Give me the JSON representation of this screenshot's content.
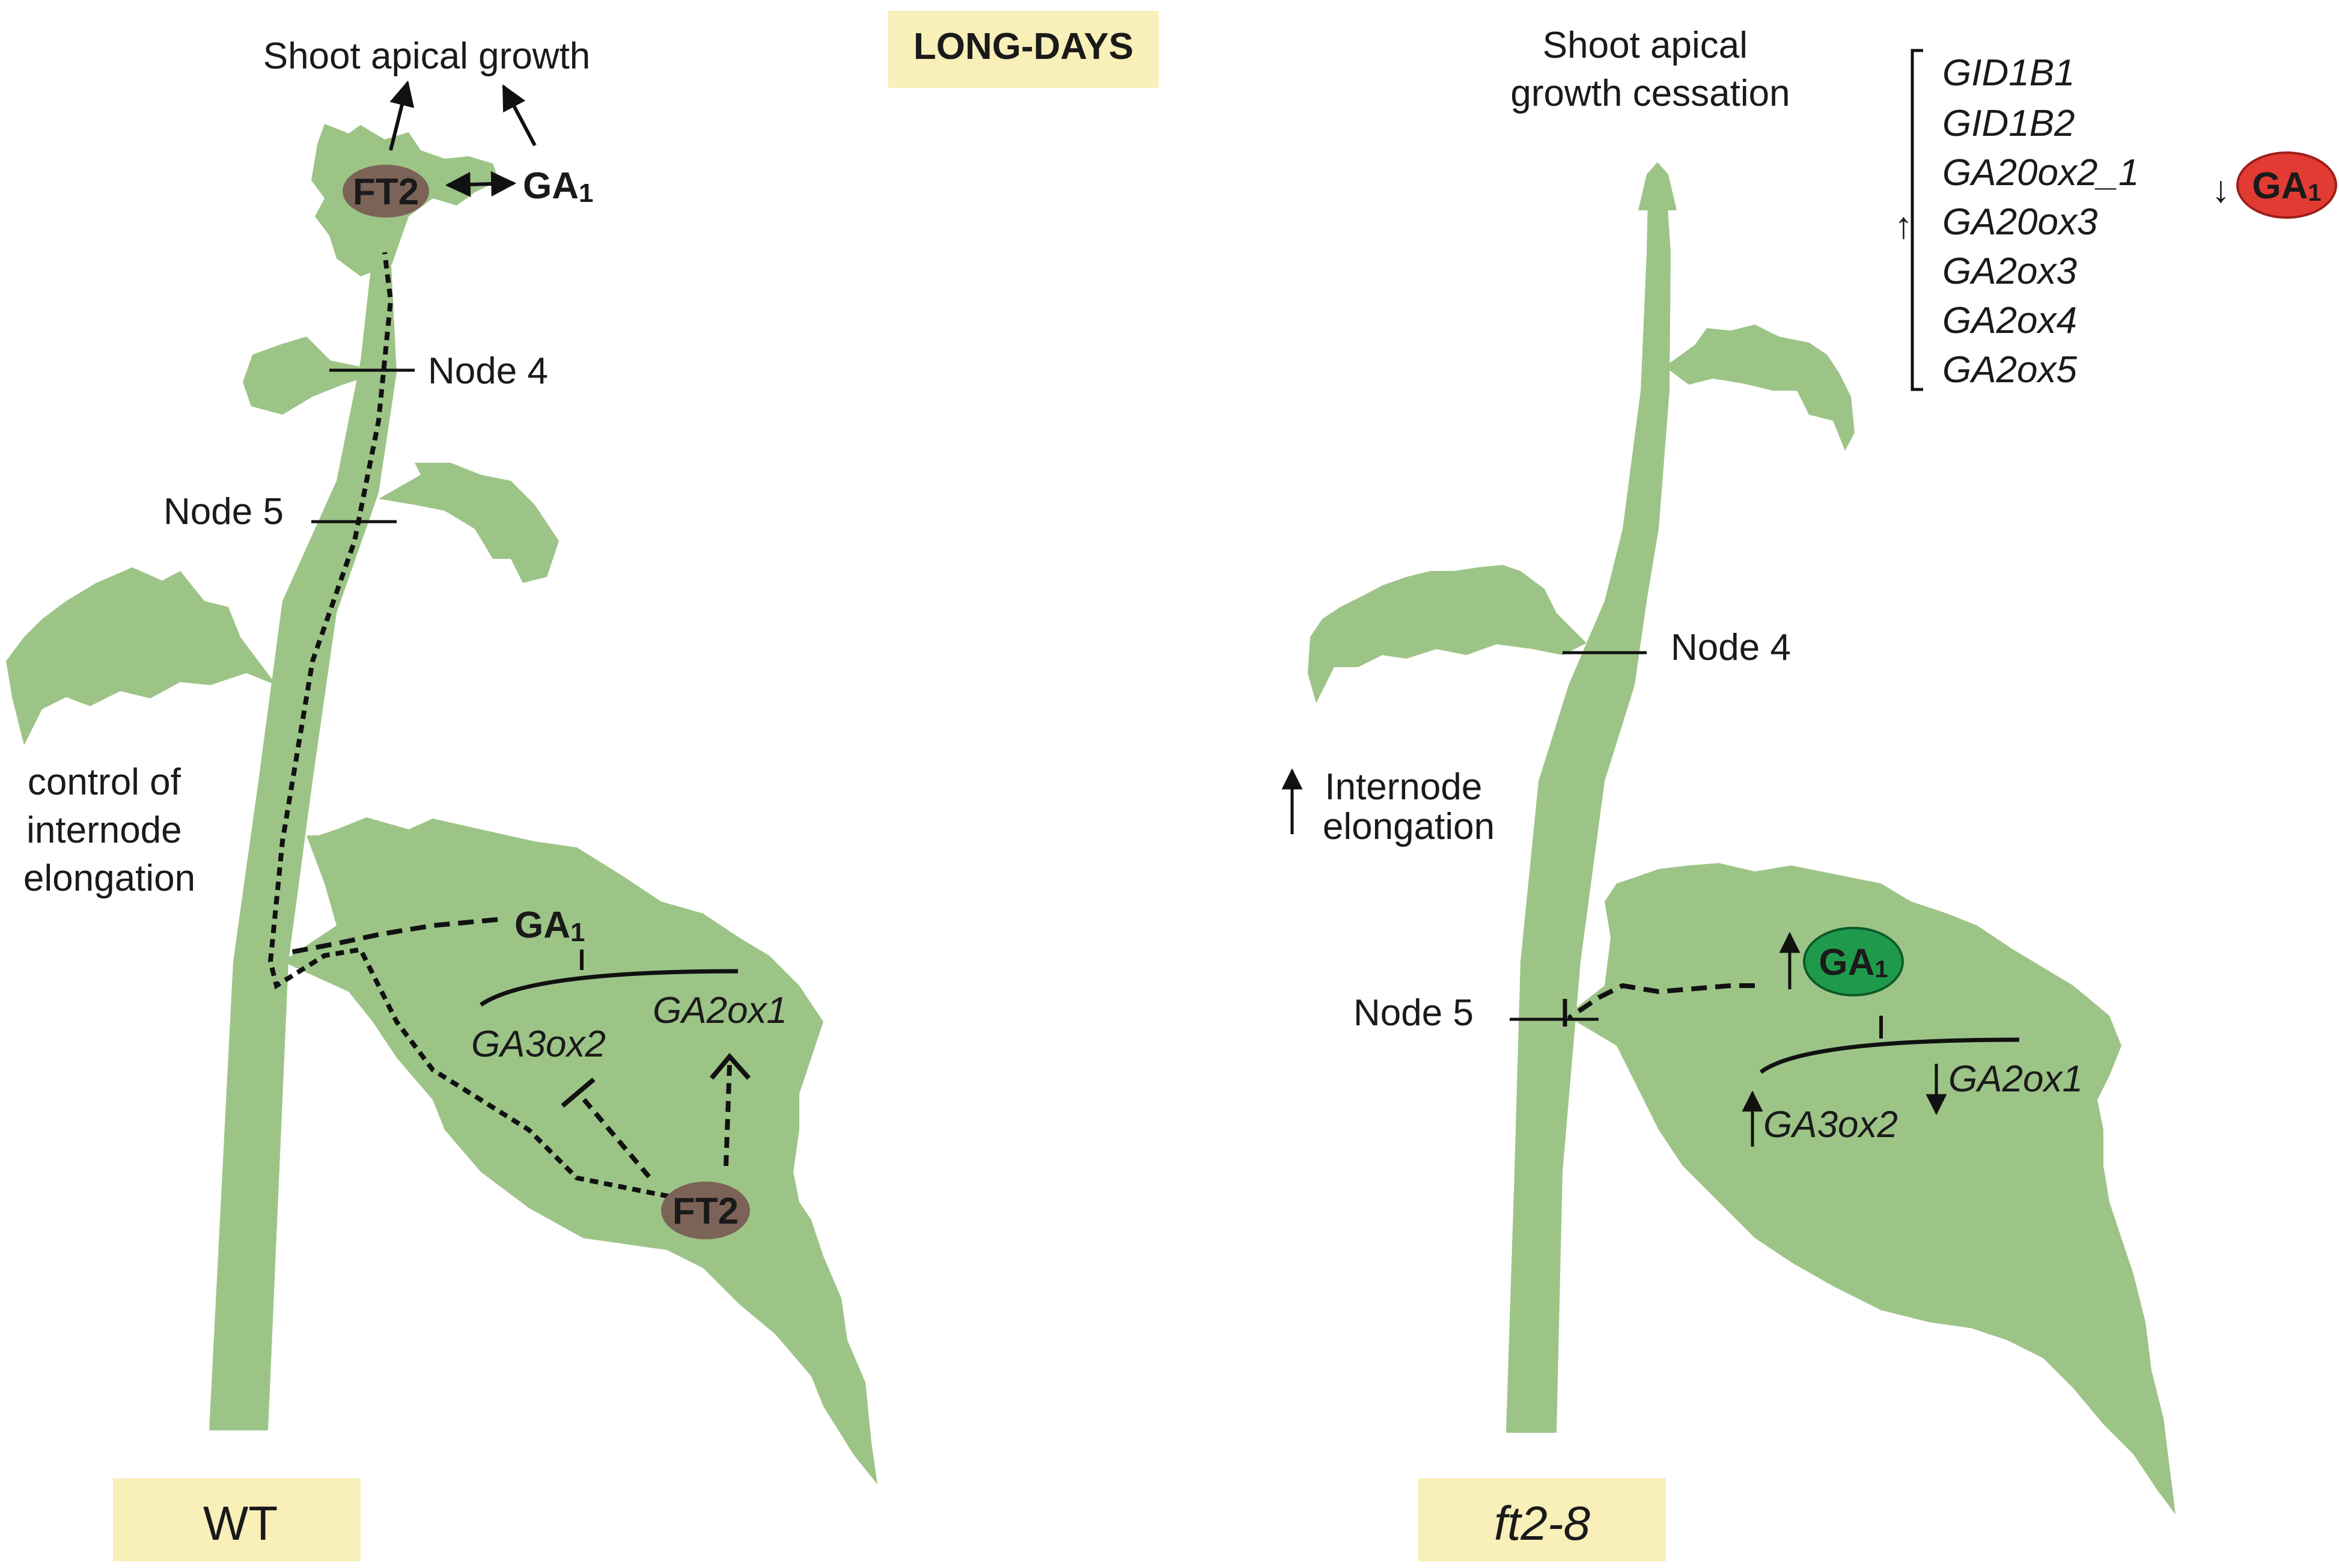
{
  "header": {
    "condition": "LONG-DAYS"
  },
  "wt_panel": {
    "genotype": "WT",
    "apex_title": "Shoot apical growth",
    "apex_ft": "FT2",
    "apex_ga_main": "GA",
    "apex_ga_sub": "1",
    "node_upper": "Node 4",
    "node_lower": "Node 5",
    "control_lines": [
      "control of",
      "internode",
      "elongation"
    ],
    "leaf_ga_main": "GA",
    "leaf_ga_sub": "1",
    "gene_left": "GA3ox2",
    "gene_right": "GA2ox1",
    "leaf_ft": "FT2"
  },
  "mutant_panel": {
    "genotype": "ft2-8",
    "apex_title_lines": [
      "Shoot apical",
      "growth cessation"
    ],
    "genes_up": [
      "GID1B1",
      "GID1B2",
      "GA20ox2_1",
      "GA20ox3",
      "GA2ox3",
      "GA2ox4",
      "GA2ox5"
    ],
    "arrow_up": "↑",
    "arrow_down": "↓",
    "apex_ga_main": "GA",
    "apex_ga_sub": "1",
    "node_upper": "Node 4",
    "node_lower": "Node 5",
    "internode_lines": [
      "Internode",
      "elongation"
    ],
    "leaf_ga_main": "GA",
    "leaf_ga_sub": "1",
    "gene_left": "GA3ox2",
    "gene_right": "GA2ox1"
  },
  "colors": {
    "plant": "#9dc487",
    "ft_oval": "#7c6357",
    "ga_low": "#e23b34",
    "ga_high": "#1f9a4c",
    "label_box": "#f8efb9"
  }
}
